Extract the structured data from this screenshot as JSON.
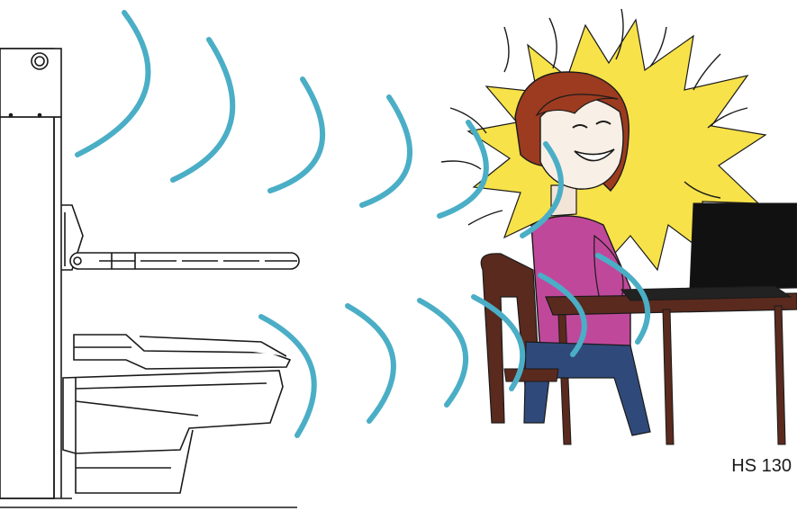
{
  "model_label": "HS 130",
  "colors": {
    "signal_wave": "#4aaec6",
    "burst": "#f7e24a",
    "hair": "#9c3b20",
    "shirt": "#c0489a",
    "jeans": "#2f4a7a",
    "laptop": "#111111",
    "furniture": "#5a2a1e",
    "line_art": "#1a1a1a"
  },
  "icons": [
    "lift-device-drawing",
    "toilet-drawing",
    "signal-wave-icon",
    "woman-at-laptop-illustration"
  ]
}
